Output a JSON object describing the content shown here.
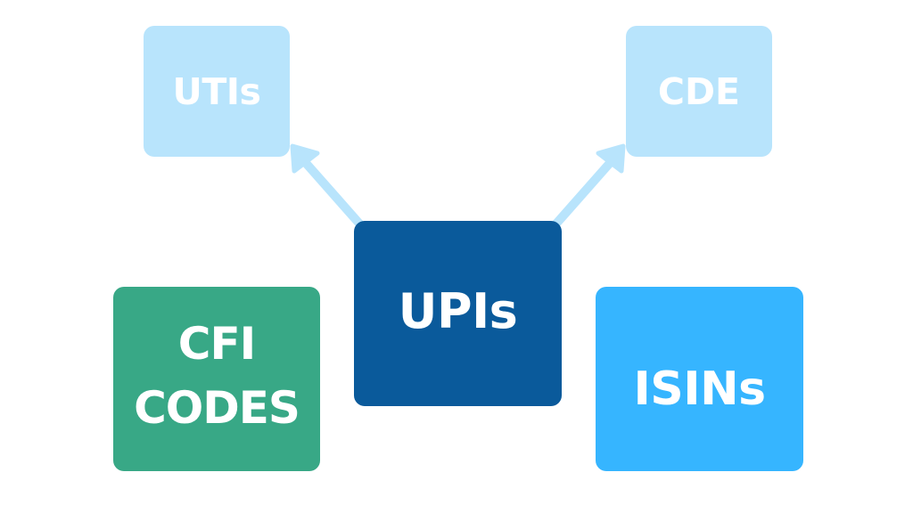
{
  "diagram": {
    "center": {
      "label": "UPIs",
      "color": "#0A5A9B"
    },
    "targets": [
      {
        "id": "utis",
        "label": "UTIs",
        "color": "#B8E4FC"
      },
      {
        "id": "cde",
        "label": "CDE",
        "color": "#B8E4FC"
      }
    ],
    "siblings": [
      {
        "id": "cfi",
        "lines": [
          "CFI",
          "CODES"
        ],
        "color": "#38A886"
      },
      {
        "id": "isins",
        "label": "ISINs",
        "color": "#36B5FF"
      }
    ],
    "arrows": [
      {
        "from": "UPIs",
        "to": "UTIs",
        "color": "#B8E4FC"
      },
      {
        "from": "UPIs",
        "to": "CDE",
        "color": "#B8E4FC"
      }
    ]
  }
}
